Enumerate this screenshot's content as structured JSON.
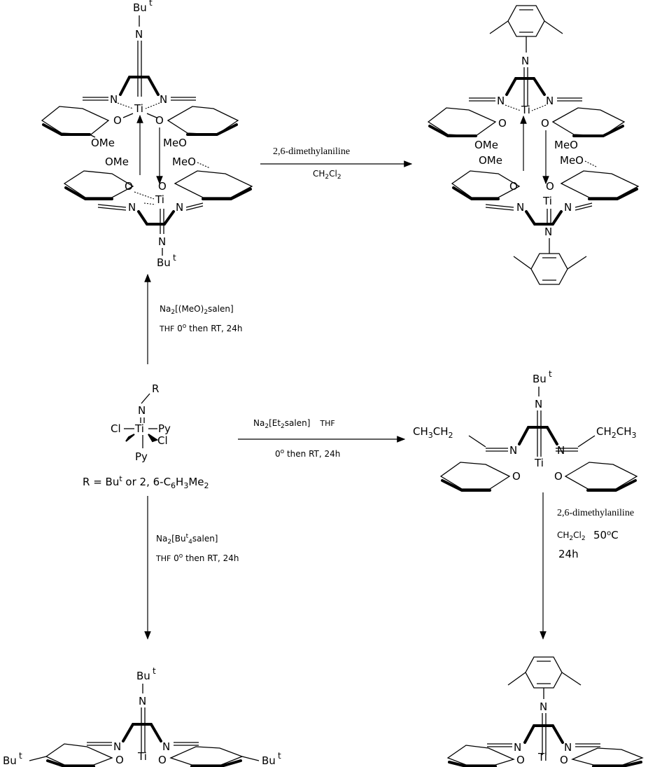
{
  "atoms": {
    "but": "Bu",
    "t": "t",
    "n": "N",
    "ti": "Ti",
    "o": "O",
    "ome": "OMe",
    "meo": "MeO",
    "meo_dash": "MeO",
    "r": "R",
    "cl": "Cl",
    "py": "Py",
    "ch3ch2_a": "CH",
    "ch3ch2_b": "3",
    "ch3ch2_c": "CH",
    "ch3ch2_d": "2",
    "ch2ch3_a": "CH",
    "ch2ch3_b": "2",
    "ch2ch3_c": "CH",
    "ch2ch3_d": "3"
  },
  "start_compound": {
    "r_definition_a": "R = Bu",
    "r_definition_b": "t",
    "r_definition_c": " or 2, 6-C",
    "r_definition_d": "6",
    "r_definition_e": "H",
    "r_definition_f": "3",
    "r_definition_g": "Me",
    "r_definition_h": "2"
  },
  "reactions": {
    "top_right": {
      "reagent": "2,6-dimethylaniline",
      "solvent_a": "CH",
      "solvent_b": "2",
      "solvent_c": "Cl",
      "solvent_d": "2"
    },
    "up": {
      "reagent_a": "Na",
      "reagent_b": "2",
      "reagent_c": "[(MeO)",
      "reagent_d": "2",
      "reagent_e": "salen]",
      "conditions_a": "THF",
      "conditions_b": "  0",
      "conditions_c": "o",
      "conditions_d": " then RT, 24h"
    },
    "right": {
      "reagent_a": "Na",
      "reagent_b": "2",
      "reagent_c": "[Et",
      "reagent_d": "2",
      "reagent_e": "salen]",
      "reagent_f": "THF",
      "conditions_a": "0",
      "conditions_b": "o",
      "conditions_c": " then RT, 24h"
    },
    "down": {
      "reagent_a": "Na",
      "reagent_b": "2",
      "reagent_c": "[Bu",
      "reagent_d": "t",
      "reagent_e": "4",
      "reagent_f": "salen]",
      "conditions_a": "THF",
      "conditions_b": "  0",
      "conditions_c": "o",
      "conditions_d": " then RT, 24h"
    },
    "right_down": {
      "reagent": "2,6-dimethylaniline",
      "solvent_a": "CH",
      "solvent_b": "2",
      "solvent_c": "Cl",
      "solvent_d": "2",
      "temp_a": "50",
      "temp_b": "o",
      "temp_c": "C",
      "time": "24h"
    }
  }
}
